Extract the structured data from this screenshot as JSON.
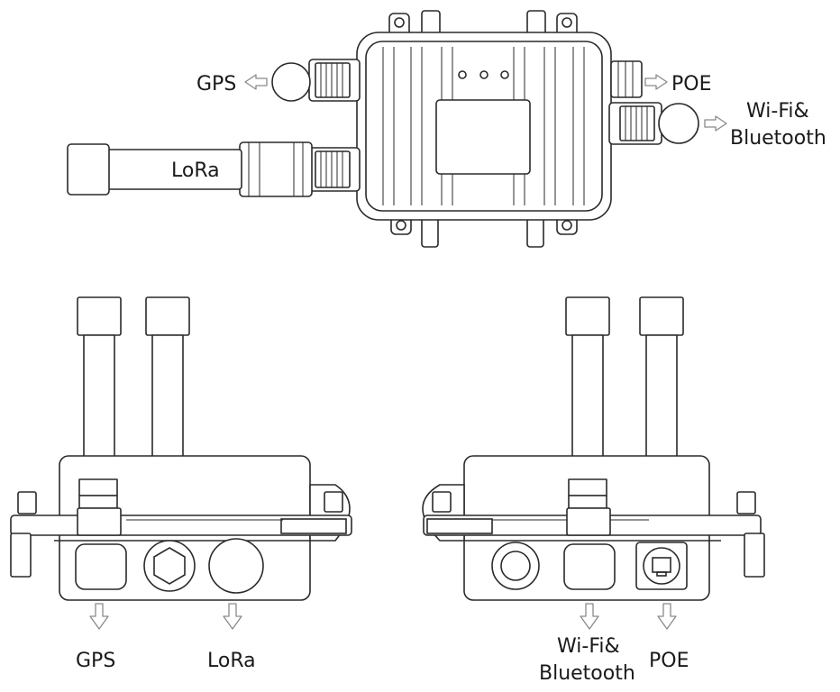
{
  "colors": {
    "line": "#2a2a2a",
    "arrow": "#8a8a8a",
    "background": "#ffffff"
  },
  "top_view": {
    "gps": "GPS",
    "lora": "LoRa",
    "poe": "POE",
    "wifi_line1": "Wi-Fi&",
    "wifi_line2": "Bluetooth"
  },
  "left_view": {
    "gps": "GPS",
    "lora": "LoRa"
  },
  "right_view": {
    "wifi_line1": "Wi-Fi&",
    "wifi_line2": "Bluetooth",
    "poe": "POE"
  }
}
